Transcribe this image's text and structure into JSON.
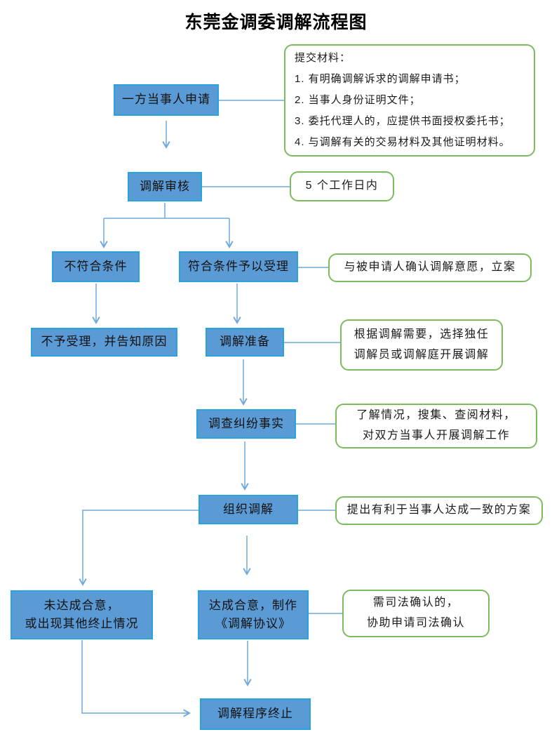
{
  "title": "东莞金调委调解流程图",
  "nodes": {
    "apply": {
      "label": "一方当事人申请"
    },
    "review": {
      "label": "调解审核"
    },
    "not_qualified": {
      "label": "不符合条件"
    },
    "qualified": {
      "label": "符合条件予以受理"
    },
    "rejected": {
      "label": "不予受理，并告知原因"
    },
    "prepare": {
      "label": "调解准备"
    },
    "investigate": {
      "label": "调查纠纷事实"
    },
    "organize": {
      "label": "组织调解"
    },
    "no_agreement": {
      "line1": "未达成合意，",
      "line2": "或出现其他终止情况"
    },
    "agreement": {
      "line1": "达成合意，制作",
      "line2": "《调解协议》"
    },
    "terminate": {
      "label": "调解程序终止"
    }
  },
  "callouts": {
    "materials": {
      "line1": "提交材料：",
      "line2": "1. 有明确调解诉求的调解申请书；",
      "line3": "2. 当事人身份证明文件；",
      "line4": "3. 委托代理人的，应提供书面授权委托书；",
      "line5": "4. 与调解有关的交易材料及其他证明材料。"
    },
    "days": {
      "label": "5 个工作日内"
    },
    "confirm": {
      "label": "与被申请人确认调解意愿，立案"
    },
    "prepare_note": {
      "line1": "根据调解需要，选择独任",
      "line2": "调解员或调解庭开展调解"
    },
    "investigate_note": {
      "line1": "了解情况，搜集、查阅材料，",
      "line2": "对双方当事人开展调解工作"
    },
    "organize_note": {
      "label": "提出有利于当事人达成一致的方案"
    },
    "judicial_note": {
      "line1": "需司法确认的，",
      "line2": "协助申请司法确认"
    }
  },
  "colors": {
    "node_fill": "#5B9BD5",
    "node_border": "#29A3DC",
    "callout_border": "#7CBB5E",
    "connector": "#6FA8DC",
    "text": "#1A1A1A"
  }
}
